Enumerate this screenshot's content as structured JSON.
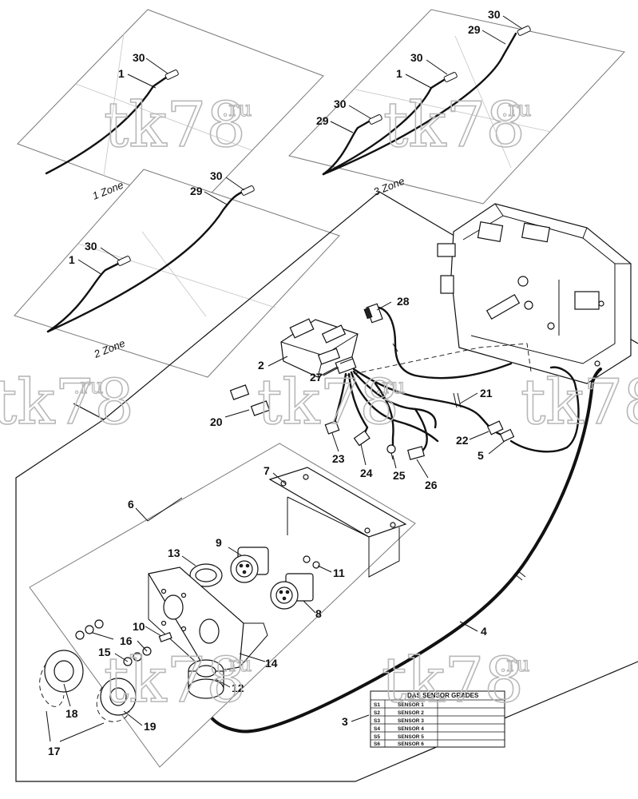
{
  "watermark": {
    "main": "tk78",
    "suffix": ".ru"
  },
  "zones": [
    {
      "label": "1 Zone"
    },
    {
      "label": "2 Zone"
    },
    {
      "label": "3 Zone"
    }
  ],
  "callouts": [
    "30",
    "1",
    "30",
    "29",
    "30",
    "1",
    "30",
    "29",
    "30",
    "29",
    "30",
    "1",
    "28",
    "2",
    "27",
    "21",
    "20",
    "22",
    "5",
    "23",
    "24",
    "25",
    "26",
    "7",
    "6",
    "9",
    "13",
    "11",
    "8",
    "10",
    "16",
    "15",
    "14",
    "12",
    "18",
    "19",
    "17",
    "4",
    "3"
  ],
  "sensor_table": {
    "title": "DAS SENSOR GRADES",
    "rows": [
      {
        "id": "S1",
        "name": "SENSOR 1"
      },
      {
        "id": "S2",
        "name": "SENSOR 2"
      },
      {
        "id": "S3",
        "name": "SENSOR 3"
      },
      {
        "id": "S4",
        "name": "SENSOR 4"
      },
      {
        "id": "S5",
        "name": "SENSOR 5"
      },
      {
        "id": "S6",
        "name": "SENSOR 6"
      }
    ]
  }
}
